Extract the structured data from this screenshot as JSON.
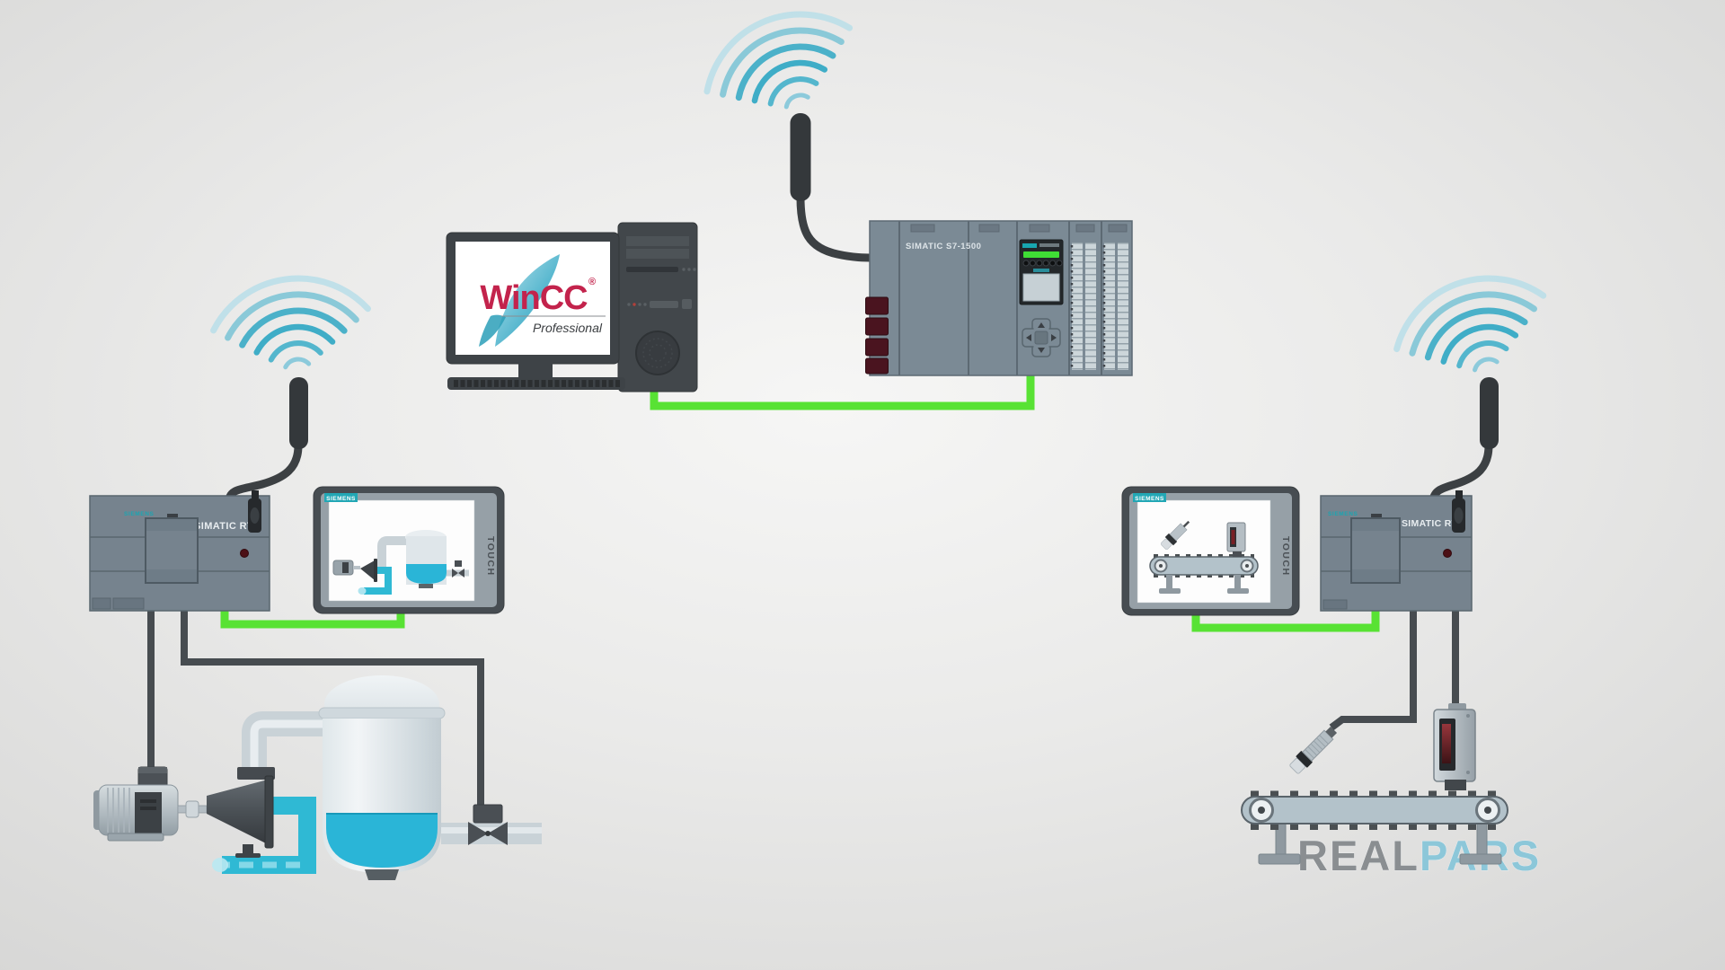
{
  "colors": {
    "background_center": "#f5f5f4",
    "background_edge": "#d7d7d6",
    "device_body": "#76838e",
    "device_dark": "#42474b",
    "cable_green": "#58e234",
    "cable_dark": "#474c50",
    "accent_teal": "#1ba5b2",
    "wifi_teal": "#3fadc7",
    "wincc_red": "#c3234c",
    "liquid_blue": "#2ab5d7",
    "logo_gray": "#8a8e91",
    "logo_blue": "#8cc7d9"
  },
  "pc": {
    "monitor_brand": "WinCC",
    "registered_mark": "®",
    "edition": "Professional"
  },
  "plc": {
    "model_label": "SIMATIC S7-1500"
  },
  "left_station": {
    "rtu": {
      "brand": "SIEMENS",
      "model_label": "SIMATIC RTU"
    },
    "hmi": {
      "brand": "SIEMENS",
      "side_label": "TOUCH"
    }
  },
  "right_station": {
    "rtu": {
      "brand": "SIEMENS",
      "model_label": "SIMATIC RTU"
    },
    "hmi": {
      "brand": "SIEMENS",
      "side_label": "TOUCH"
    }
  },
  "brand_logo": {
    "first": "REAL",
    "second": "PARS"
  }
}
